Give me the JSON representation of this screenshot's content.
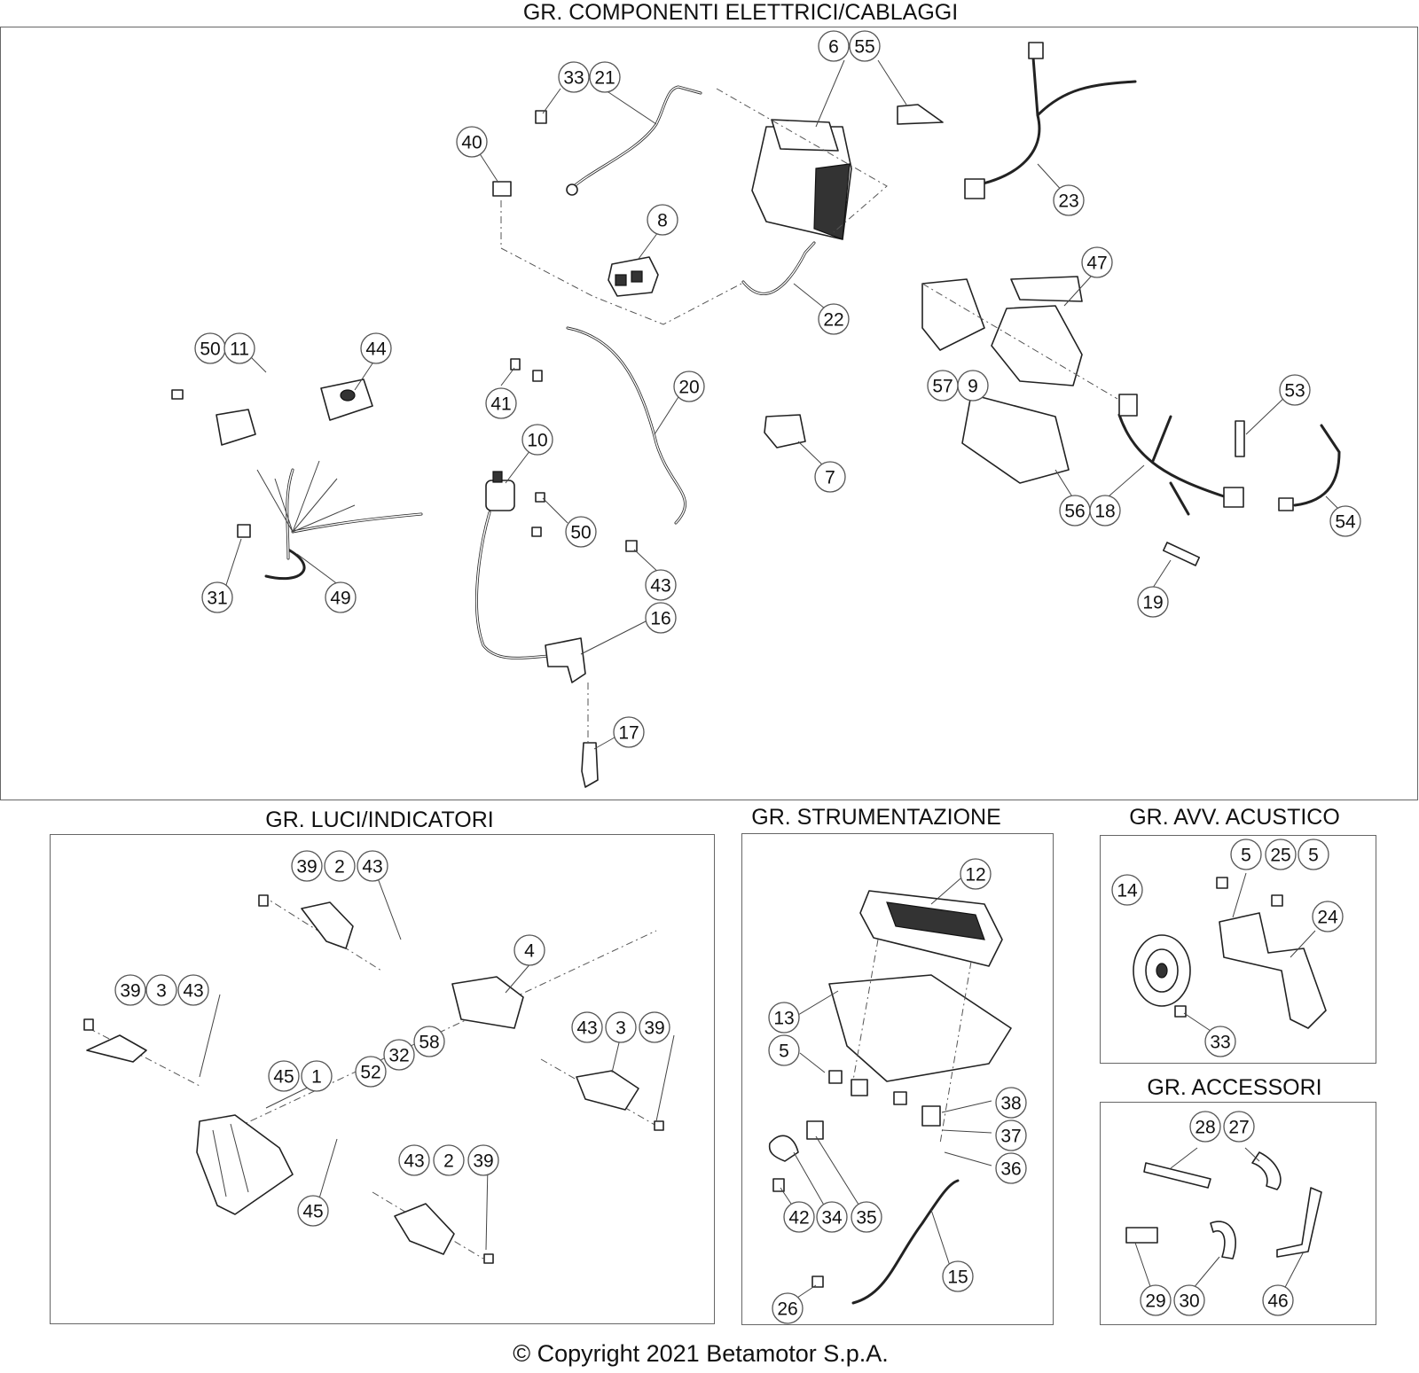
{
  "sections": {
    "electrical": "GR. COMPONENTI ELETTRICI/CABLAGGI",
    "lights": "GR. LUCI/INDICATORI",
    "instruments": "GR. STRUMENTAZIONE",
    "horn": "GR. AVV. ACUSTICO",
    "accessories": "GR. ACCESSORI"
  },
  "copyright": "© Copyright 2021 Betamotor S.p.A.",
  "callouts": {
    "electrical": [
      "6",
      "55",
      "33",
      "21",
      "40",
      "23",
      "8",
      "47",
      "22",
      "50",
      "11",
      "44",
      "57",
      "9",
      "53",
      "41",
      "20",
      "10",
      "7",
      "56",
      "18",
      "54",
      "50",
      "31",
      "49",
      "43",
      "19",
      "16",
      "17"
    ],
    "lights": [
      "39",
      "2",
      "43",
      "4",
      "39",
      "3",
      "43",
      "58",
      "32",
      "43",
      "3",
      "39",
      "45",
      "1",
      "52",
      "43",
      "2",
      "39",
      "45"
    ],
    "instruments": [
      "12",
      "13",
      "5",
      "38",
      "37",
      "36",
      "42",
      "34",
      "35",
      "15",
      "26"
    ],
    "horn": [
      "5",
      "25",
      "5",
      "14",
      "24",
      "33"
    ],
    "accessories": [
      "28",
      "27",
      "29",
      "30",
      "46"
    ]
  }
}
